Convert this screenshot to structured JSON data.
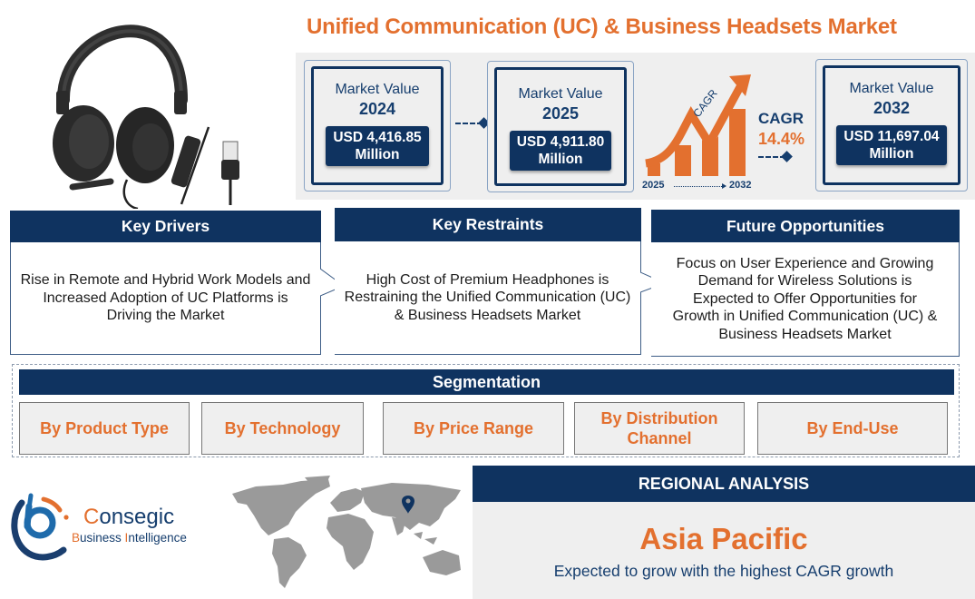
{
  "header": {
    "title": "Unified Communication (UC) & Business Headsets Market"
  },
  "hero_image": {
    "icon": "usb-headset-icon"
  },
  "market_values": [
    {
      "label": "Market Value",
      "year": "2024",
      "value": "USD 4,416.85",
      "unit": "Million"
    },
    {
      "label": "Market Value",
      "year": "2025",
      "value": "USD 4,911.80",
      "unit": "Million"
    },
    {
      "label": "Market Value",
      "year": "2032",
      "value": "USD 11,697.04",
      "unit": "Million"
    }
  ],
  "cagr": {
    "arrow_text": "CAGR",
    "label": "CAGR",
    "value": "14.4%",
    "start_year": "2025",
    "end_year": "2032"
  },
  "panels": [
    {
      "title": "Key Drivers",
      "text": "Rise in Remote and Hybrid Work Models and Increased Adoption of UC Platforms is Driving the Market"
    },
    {
      "title": "Key Restraints",
      "text": "High Cost of Premium Headphones is Restraining the Unified Communication (UC) & Business Headsets Market"
    },
    {
      "title": "Future Opportunities",
      "text": "Focus on User Experience and Growing Demand for Wireless Solutions is Expected to Offer Opportunities for Growth in Unified Communication (UC) & Business Headsets Market"
    }
  ],
  "segmentation": {
    "title": "Segmentation",
    "items": [
      "By Product Type",
      "By Technology",
      "By Price Range",
      "By Distribution Channel",
      "By End-Use"
    ]
  },
  "logo": {
    "name_first": "C",
    "name_rest": "onsegic",
    "sub_b": "B",
    "sub_usiness": "usiness ",
    "sub_i": "I",
    "sub_ntelligence": "ntelligence"
  },
  "map": {
    "icon": "world-map-icon",
    "pin": "location-pin-icon"
  },
  "regional": {
    "title": "REGIONAL ANALYSIS",
    "region": "Asia Pacific",
    "description": "Expected to grow with the highest CAGR growth"
  },
  "colors": {
    "navy": "#0f3360",
    "orange": "#e3702f",
    "light_gray": "#efefef",
    "map_gray": "#9a9a9a"
  }
}
